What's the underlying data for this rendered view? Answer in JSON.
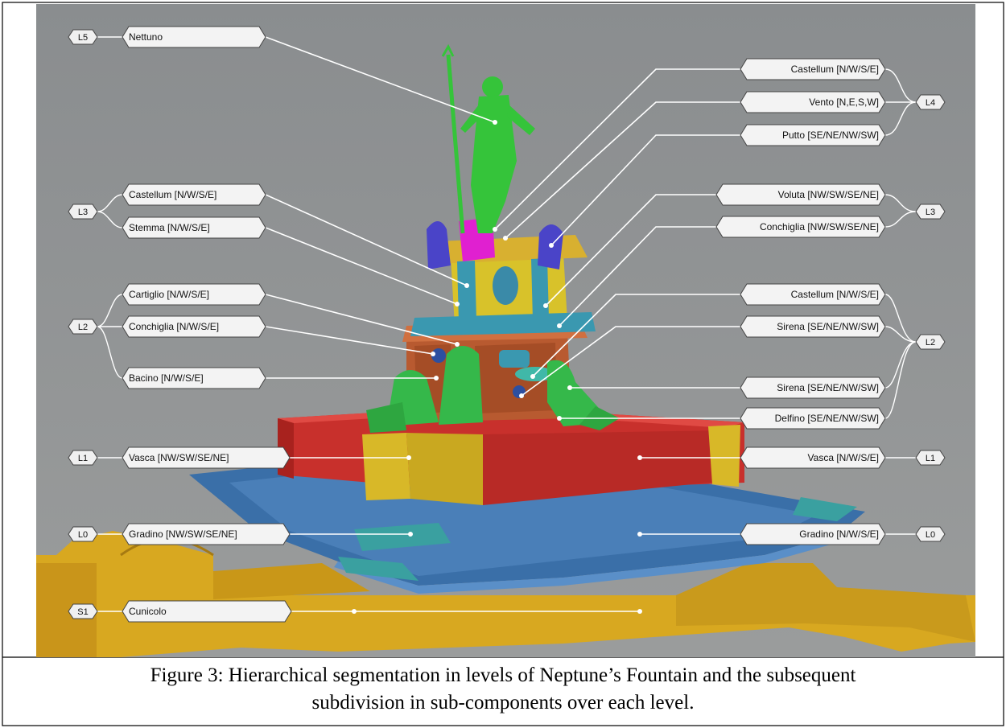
{
  "figure": {
    "caption_line1": "Figure 3: Hierarchical segmentation in levels of Neptune’s Fountain and the subsequent",
    "caption_line2": "subdivision in sub-components over each level.",
    "colors": {
      "background": "#8c8f90",
      "nettuno": "#35c43a",
      "putto": "#4a44c8",
      "vento": "#e020d0",
      "castellum": "#d8c22a",
      "stemma": "#3a98b0",
      "bacino": "#b85a30",
      "vasca": "#c8302c",
      "vasca_corner": "#d8b828",
      "gradino": "#3a6fa8",
      "gradino_corner": "#3aa0a0",
      "cunicolo": "#d8a820"
    },
    "left_labels": [
      {
        "level": "L5",
        "text": "Nettuno"
      },
      {
        "level": "L3",
        "text": "Castellum [N/W/S/E]"
      },
      {
        "level": "L3",
        "text": "Stemma [N/W/S/E]"
      },
      {
        "level": "L2",
        "text": "Cartiglio [N/W/S/E]"
      },
      {
        "level": "L2",
        "text": "Conchiglia [N/W/S/E]"
      },
      {
        "level": "L2",
        "text": "Bacino [N/W/S/E]"
      },
      {
        "level": "L1",
        "text": "Vasca [NW/SW/SE/NE]"
      },
      {
        "level": "L0",
        "text": "Gradino [NW/SW/SE/NE]"
      },
      {
        "level": "S1",
        "text": "Cunicolo"
      }
    ],
    "right_labels": [
      {
        "level": "L4",
        "text": "Castellum [N/W/S/E]"
      },
      {
        "level": "L4",
        "text": "Vento [N,E,S,W]"
      },
      {
        "level": "L4",
        "text": "Putto [SE/NE/NW/SW]"
      },
      {
        "level": "L3",
        "text": "Voluta [NW/SW/SE/NE]"
      },
      {
        "level": "L3",
        "text": "Conchiglia [NW/SW/SE/NE]"
      },
      {
        "level": "L2",
        "text": "Castellum [N/W/S/E]"
      },
      {
        "level": "L2",
        "text": "Sirena [SE/NE/NW/SW]"
      },
      {
        "level": "L2",
        "text": "Sirena [SE/NE/NW/SW]"
      },
      {
        "level": "L2",
        "text": "Delfino [SE/NE/NW/SW]"
      },
      {
        "level": "L1",
        "text": "Vasca [N/W/S/E]"
      },
      {
        "level": "L0",
        "text": "Gradino [N/W/S/E]"
      }
    ],
    "left_level_tags": [
      "L5",
      "L3",
      "L2",
      "L1",
      "L0",
      "S1"
    ],
    "right_level_tags": [
      "L4",
      "L3",
      "L2",
      "L1",
      "L0"
    ]
  }
}
